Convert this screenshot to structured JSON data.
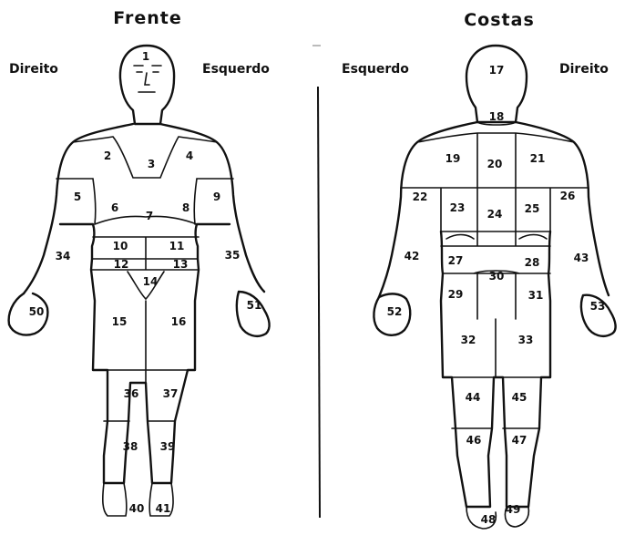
{
  "front": {
    "title": "Frente",
    "right_label": "Direito",
    "left_label": "Esquerdo",
    "regions": [
      "1",
      "2",
      "3",
      "4",
      "5",
      "6",
      "7",
      "8",
      "9",
      "10",
      "11",
      "12",
      "13",
      "14",
      "15",
      "16",
      "34",
      "35",
      "36",
      "37",
      "38",
      "39",
      "40",
      "41",
      "50",
      "51"
    ]
  },
  "back": {
    "title": "Costas",
    "left_label": "Esquerdo",
    "right_label": "Direito",
    "regions": [
      "17",
      "18",
      "19",
      "20",
      "21",
      "22",
      "23",
      "24",
      "25",
      "26",
      "27",
      "28",
      "29",
      "30",
      "31",
      "32",
      "33",
      "42",
      "43",
      "44",
      "45",
      "46",
      "47",
      "48",
      "49",
      "52",
      "53"
    ]
  }
}
